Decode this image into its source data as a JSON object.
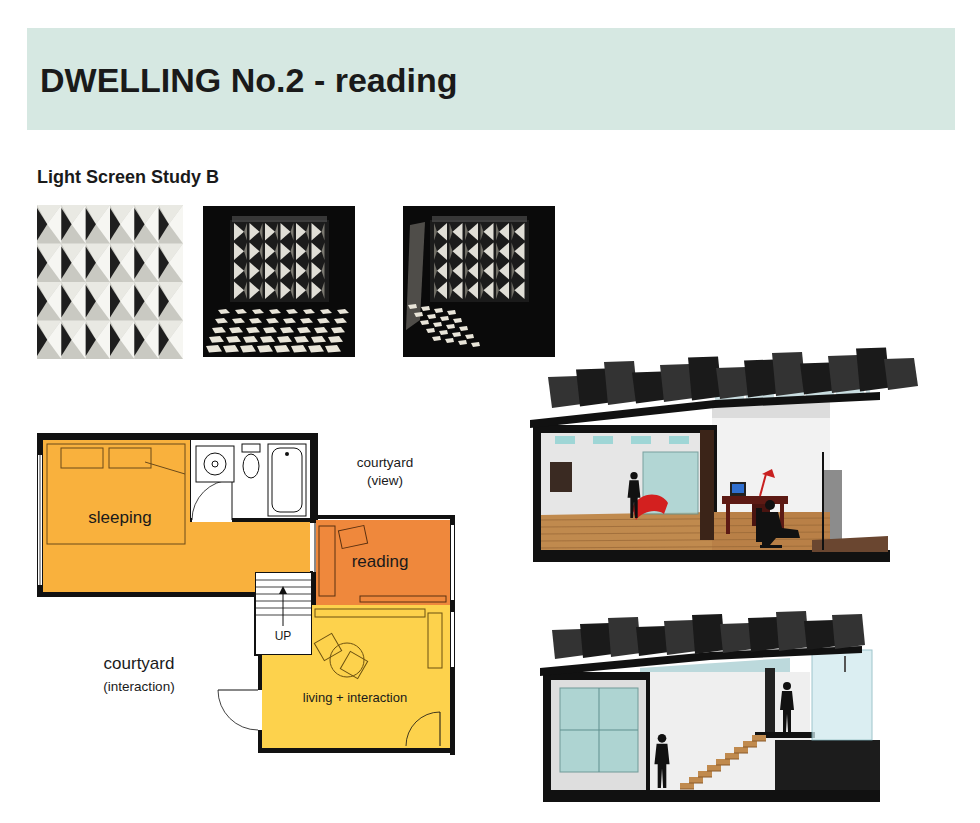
{
  "diagram": {
    "title": "DWELLING No.2 - reading",
    "nodes": [
      {
        "text": [
          "sleeping"
        ]
      },
      {
        "text": [
          "reading"
        ]
      },
      {
        "text": [
          "living + interaction"
        ]
      }
    ],
    "labels": [
      "Light Screen Study B",
      "courtyard (view)",
      "UP",
      "courtyard",
      "(interaction)"
    ]
  }
}
